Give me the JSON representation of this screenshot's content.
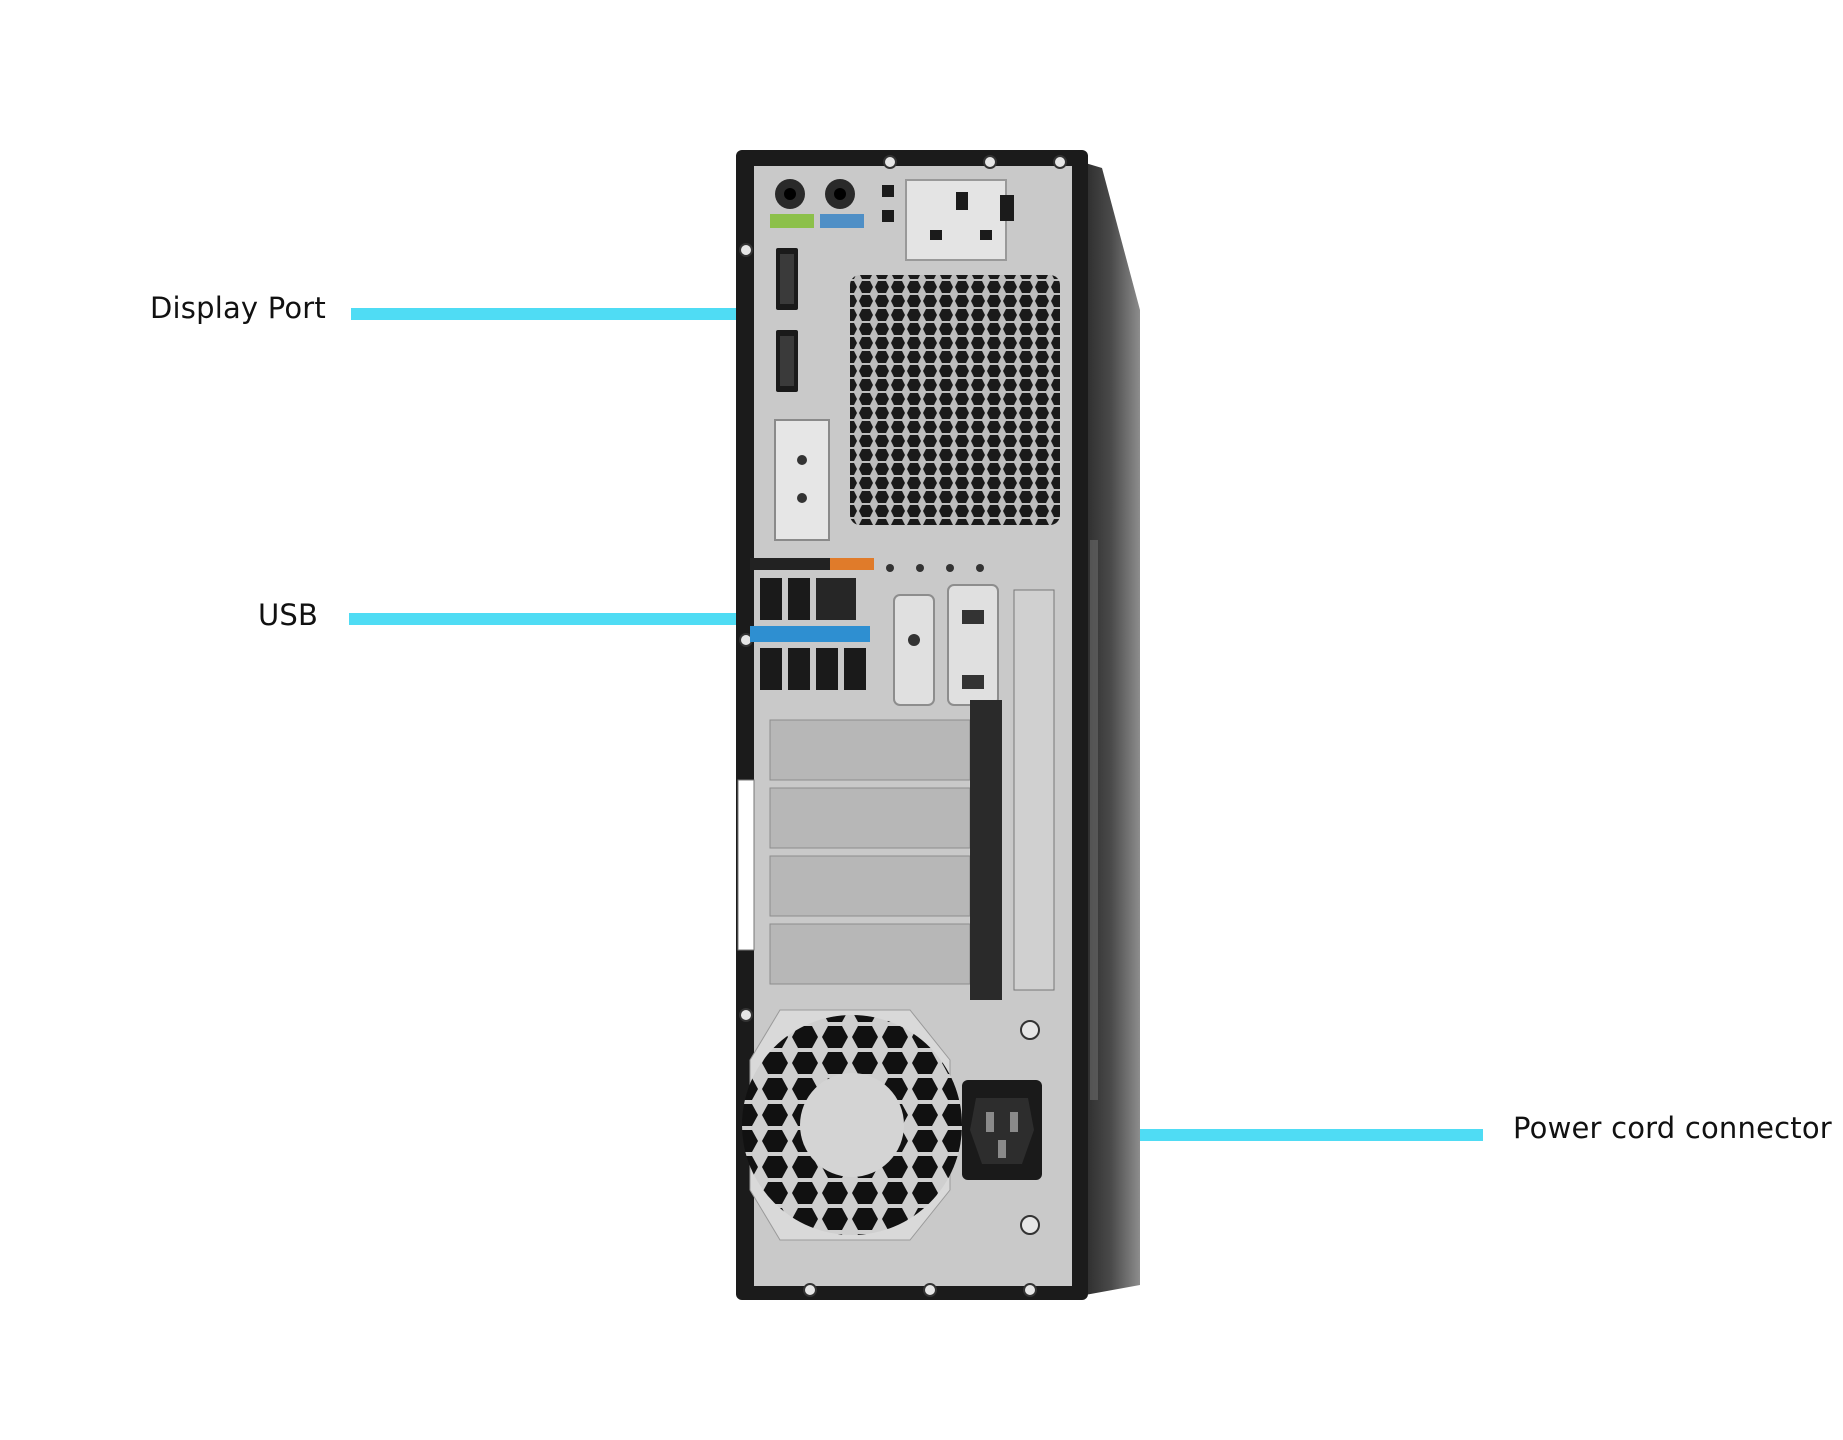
{
  "labels": {
    "display_port": "Display Port",
    "usb": "USB",
    "power": "Power cord connector"
  },
  "colors": {
    "leader_line": "#4fdcf4",
    "chassis": "#1b1b1b",
    "panel": "#c9c9c9",
    "audio_green": "#8cc04a",
    "audio_blue": "#4f8fc6",
    "usb_blue": "#2e8fd1",
    "orange_tab": "#e07b2a"
  },
  "icons": [
    "desktop-tower-rear-illustration"
  ]
}
